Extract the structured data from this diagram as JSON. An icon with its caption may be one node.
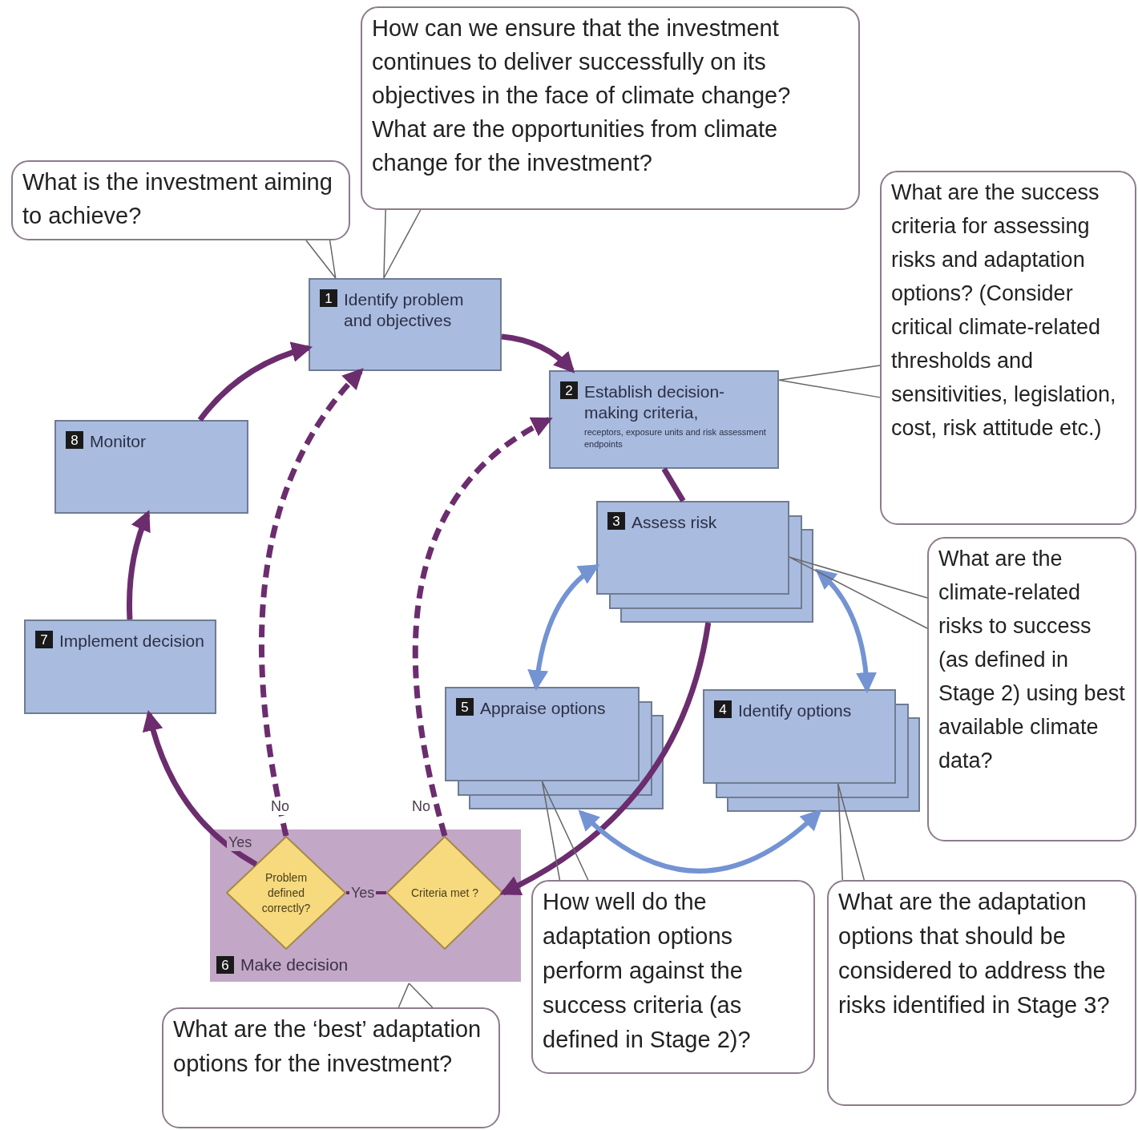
{
  "diagram": {
    "nodes": [
      {
        "text": [
          "What is the investment aiming to achieve?"
        ]
      },
      {
        "text": [
          "How can we ensure that the investment continues to deliver successfully on its objectives in the face of climate change?",
          "What are the opportunities from climate change for the investment?"
        ]
      },
      {
        "text": [
          "1",
          "Identify problem and objectives"
        ]
      },
      {
        "text": [
          "What are the success criteria for assessing risks and adaptation options? (Consider critical climate-related thresholds and sensitivities, legislation, cost, risk attitude etc.)"
        ]
      },
      {
        "text": [
          "2",
          "Establish decision-making criteria,",
          "receptors, exposure units and risk assessment endpoints"
        ]
      },
      {
        "text": [
          "8",
          "Monitor"
        ]
      },
      {
        "text": [
          "3",
          "Assess risk"
        ]
      },
      {
        "text": [
          "What are the climate-related risks to success (as defined in Stage 2) using best available climate data?"
        ]
      },
      {
        "text": [
          "7",
          "Implement decision"
        ]
      },
      {
        "text": [
          "5",
          "Appraise options"
        ]
      },
      {
        "text": [
          "4",
          "Identify options"
        ]
      },
      {
        "text": [
          "6",
          "Make decision"
        ]
      },
      {
        "text": [
          "Problem defined correctly?"
        ],
        "in": 11
      },
      {
        "text": [
          "Criteria met ?"
        ],
        "in": 11
      },
      {
        "text": [
          "How well do the adaptation options perform against the success criteria (as defined in Stage 2)?"
        ]
      },
      {
        "text": [
          "What are the adaptation options that should be considered to address the risks identified in Stage 3?"
        ]
      },
      {
        "text": [
          "What are the ‘best’ adaptation options for the investment?"
        ]
      }
    ],
    "edges": [
      {
        "from": 2,
        "to": 4,
        "arrow": "to"
      },
      {
        "from": 4,
        "to": 6,
        "arrow": "none"
      },
      {
        "from": 6,
        "to": 13,
        "arrow": "to"
      },
      {
        "from": 12,
        "to": 13,
        "arrow": "none",
        "label": "Yes"
      },
      {
        "from": 12,
        "to": 8,
        "arrow": "to",
        "label": "Yes"
      },
      {
        "from": 8,
        "to": 5,
        "arrow": "to"
      },
      {
        "from": 5,
        "to": 2,
        "arrow": "to"
      },
      {
        "from": 12,
        "to": 2,
        "arrow": "to",
        "label": "No",
        "style": "dashed"
      },
      {
        "from": 13,
        "to": 4,
        "arrow": "to",
        "label": "No",
        "style": "dashed"
      },
      {
        "from": 6,
        "to": 9,
        "arrow": "both",
        "color": "#7393d3"
      },
      {
        "from": 6,
        "to": 10,
        "arrow": "both",
        "color": "#7393d3"
      },
      {
        "from": 9,
        "to": 10,
        "arrow": "both",
        "color": "#7393d3"
      },
      {
        "from": 0,
        "to": 2,
        "arrow": "none",
        "color": "#666666"
      },
      {
        "from": 1,
        "to": 2,
        "arrow": "none",
        "color": "#666666"
      },
      {
        "from": 3,
        "to": 4,
        "arrow": "none",
        "color": "#666666"
      },
      {
        "from": 7,
        "to": 6,
        "arrow": "none",
        "color": "#666666"
      },
      {
        "from": 14,
        "to": 9,
        "arrow": "none",
        "color": "#666666"
      },
      {
        "from": 15,
        "to": 10,
        "arrow": "none",
        "color": "#666666"
      },
      {
        "from": 16,
        "to": 11,
        "arrow": "none",
        "color": "#666666"
      }
    ]
  }
}
